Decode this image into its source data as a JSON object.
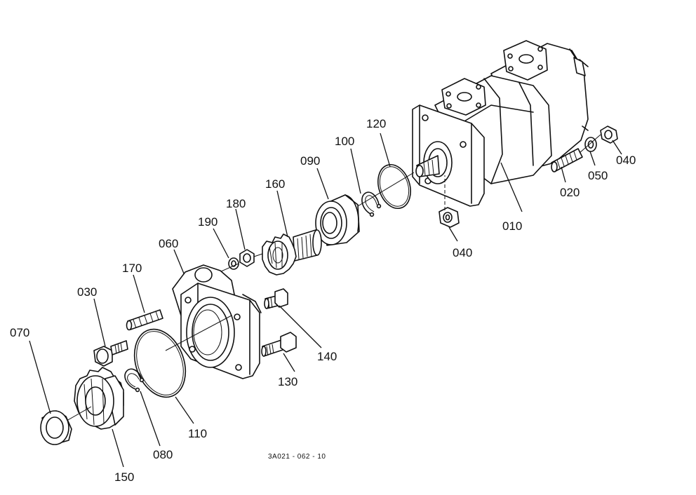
{
  "diagram": {
    "reference_code": "3A021 - 062 - 10",
    "parts": [
      {
        "id": "010",
        "label": "010",
        "icon": "pump-body-icon"
      },
      {
        "id": "020",
        "label": "020",
        "icon": "stud-bolt-icon"
      },
      {
        "id": "030",
        "label": "030",
        "icon": "plug-bolt-icon"
      },
      {
        "id": "040a",
        "label": "040",
        "icon": "hex-nut-icon"
      },
      {
        "id": "040b",
        "label": "040",
        "icon": "hex-nut-icon"
      },
      {
        "id": "050",
        "label": "050",
        "icon": "lock-washer-icon"
      },
      {
        "id": "060",
        "label": "060",
        "icon": "flange-housing-icon"
      },
      {
        "id": "070",
        "label": "070",
        "icon": "oil-seal-icon"
      },
      {
        "id": "080",
        "label": "080",
        "icon": "snap-ring-icon"
      },
      {
        "id": "090",
        "label": "090",
        "icon": "ball-bearing-icon"
      },
      {
        "id": "100",
        "label": "100",
        "icon": "snap-ring-icon"
      },
      {
        "id": "110",
        "label": "110",
        "icon": "o-ring-icon"
      },
      {
        "id": "120",
        "label": "120",
        "icon": "o-ring-icon"
      },
      {
        "id": "130",
        "label": "130",
        "icon": "bolt-icon"
      },
      {
        "id": "140",
        "label": "140",
        "icon": "bolt-icon"
      },
      {
        "id": "150",
        "label": "150",
        "icon": "drive-gear-icon"
      },
      {
        "id": "160",
        "label": "160",
        "icon": "pinion-shaft-icon"
      },
      {
        "id": "170",
        "label": "170",
        "icon": "stud-bolt-icon"
      },
      {
        "id": "180",
        "label": "180",
        "icon": "hex-nut-icon"
      },
      {
        "id": "190",
        "label": "190",
        "icon": "lock-washer-icon"
      }
    ]
  }
}
